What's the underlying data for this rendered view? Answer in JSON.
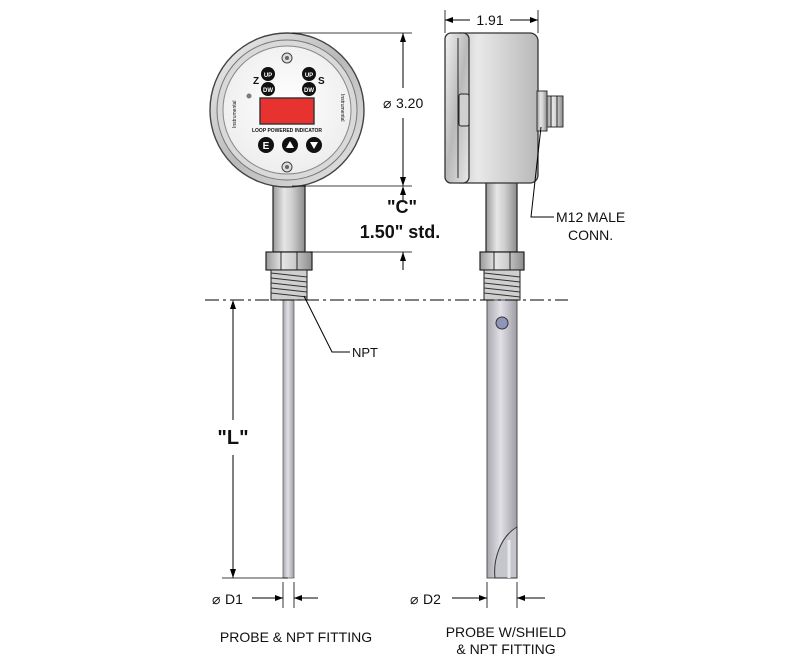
{
  "dimensions": {
    "width_label": "1.91",
    "diameter_label": "3.20",
    "diameter_symbol": "⌀",
    "c_label": "\"C\"",
    "c_value": "1.50\" std.",
    "l_label": "\"L\"",
    "d1_label": "D1",
    "d2_label": "D2"
  },
  "callouts": {
    "npt": "NPT",
    "connector_line1": "M12 MALE",
    "connector_line2": "CONN."
  },
  "captions": {
    "left": "PROBE & NPT FITTING",
    "right_line1": "PROBE W/SHIELD",
    "right_line2": "& NPT FITTING"
  },
  "face": {
    "z_label": "Z",
    "s_label": "S",
    "up_label": "UP",
    "dw_label": "DW",
    "e_label": "E",
    "panel_text": "LOOP POWERED INDICATOR",
    "brand_text": "Instrumental",
    "display_color": "#e8322f"
  }
}
